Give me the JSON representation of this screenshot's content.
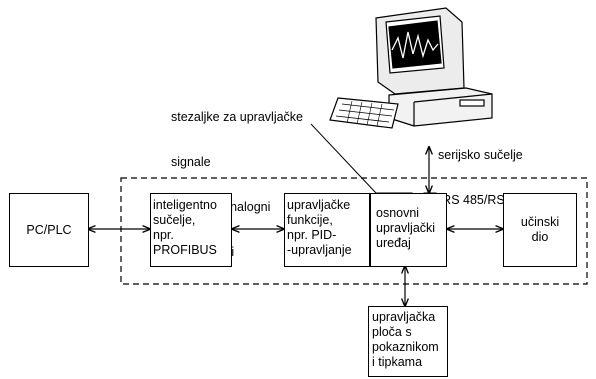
{
  "note": {
    "lines": [
      "stezaljke za upravljačke",
      "signale",
      "digitalni i analogni",
      "ulazi i izlazi"
    ]
  },
  "serial": {
    "lines": [
      "serijsko sučelje",
      "(RS 485/RS 232)"
    ]
  },
  "blocks": {
    "pc_plc": [
      "PC/PLC"
    ],
    "intelligent": [
      "inteligentno",
      "sučelje,",
      "npr.",
      "PROFIBUS"
    ],
    "control_functions": [
      "upravljačke",
      "funkcije,",
      "npr. PID-",
      "-upravljanje"
    ],
    "basic_unit": [
      "osnovni",
      "upravljački",
      "uređaj"
    ],
    "power": [
      "učinski",
      "dio"
    ],
    "panel": [
      "upravljačka",
      "ploča s",
      "pokaznikom",
      "i tipkama"
    ]
  },
  "icons": {
    "computer": "computer-terminal-icon",
    "connector": "terminal-block-icon"
  }
}
